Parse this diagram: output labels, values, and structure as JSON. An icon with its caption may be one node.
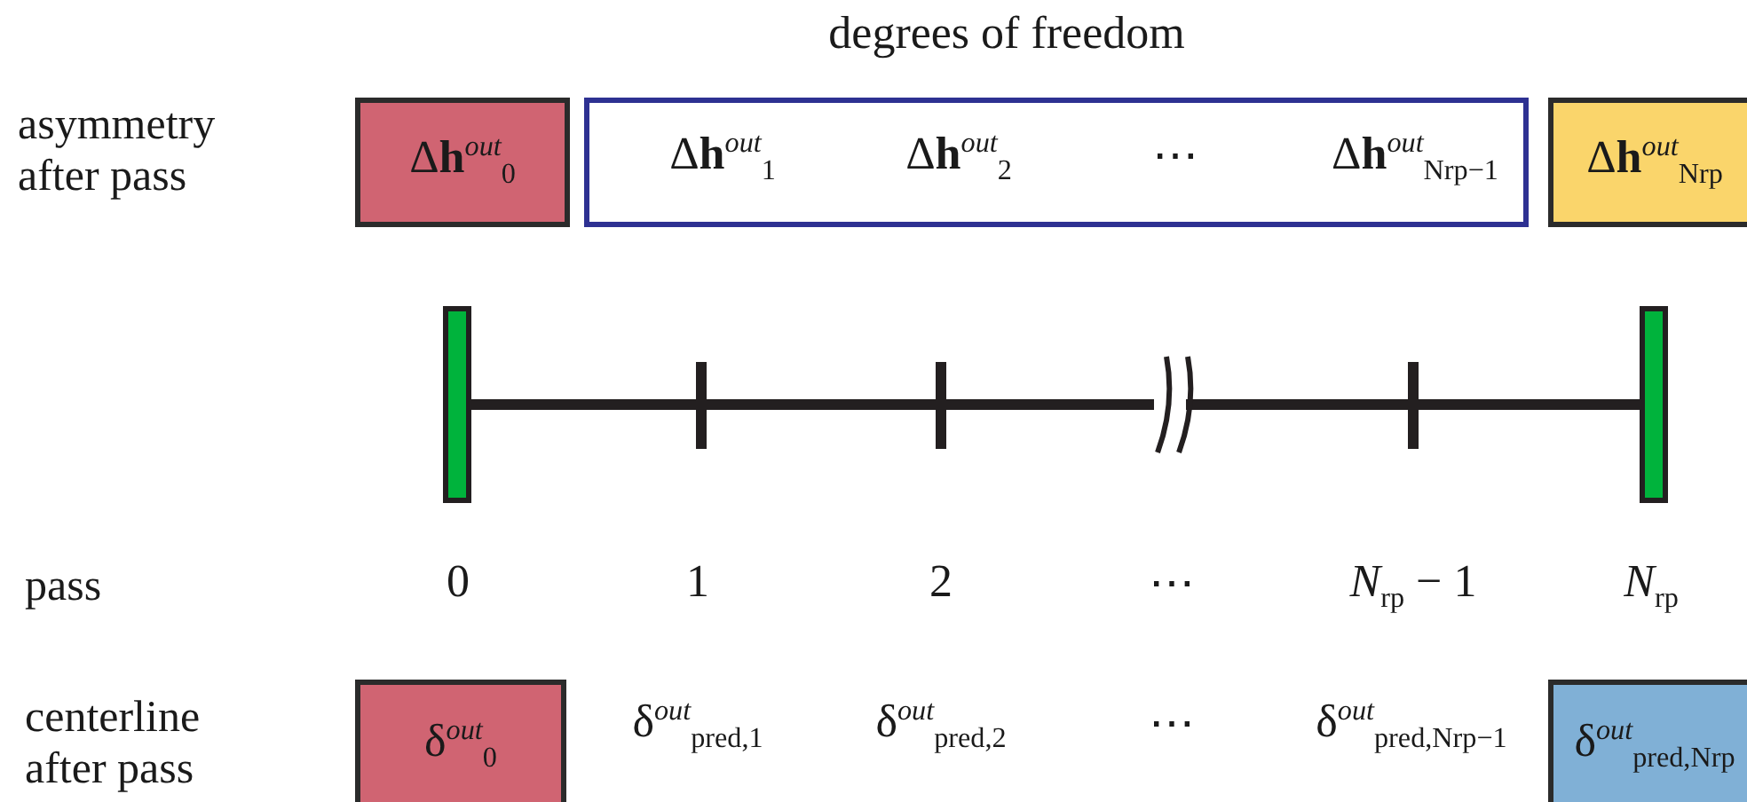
{
  "diagram": {
    "nodes": [
      {
        "text": [
          "Δ**h**$^{out}$$_{0}$"
        ]
      },
      {
        "text": [
          "degrees of freedom",
          "Δ**h**$^{out}$$_{1}$",
          "Δ**h**$^{out}$$_{2}$",
          "⋯",
          "Δ**h**$^{out}$$_{Nrp−1}$"
        ]
      },
      {
        "text": [
          "Δ**h**$^{out}$$_{Nrp}$"
        ]
      },
      {
        "text": [
          "δ$^{out}$$_{0}$"
        ]
      },
      {
        "text": [
          "δ$^{out}$$_{pred,Nrp}$"
        ]
      }
    ],
    "edges": [],
    "labels": [
      "asymmetry after pass",
      "pass",
      "0",
      "1",
      "2",
      "⋯",
      "*N*$_{rp}$ − 1",
      "*N*$_{rp}$",
      "centerline after pass",
      "δ$^{out}$$_{pred,1}$",
      "δ$^{out}$$_{pred,2}$",
      "⋯",
      "δ$^{out}$$_{pred,Nrp−1}$"
    ]
  }
}
